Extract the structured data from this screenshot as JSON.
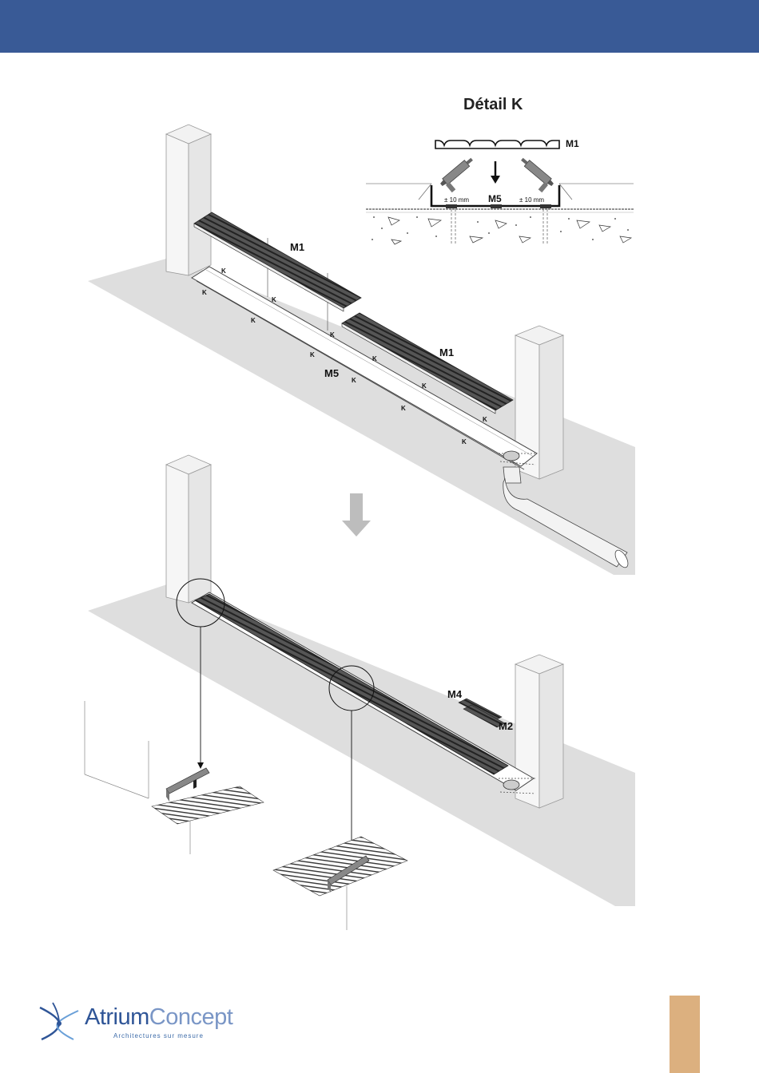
{
  "header": {
    "color": "#395a96"
  },
  "detail": {
    "title": "Détail K",
    "label_m1": "M1",
    "label_m5": "M5",
    "dim_left": "± 10 mm",
    "dim_right": "± 10 mm"
  },
  "top_diagram": {
    "label_m1_a": "M1",
    "label_m1_b": "M1",
    "label_m5": "M5",
    "k_marker": "K"
  },
  "bottom_diagram": {
    "label_m4": "M4",
    "label_m2": "M2"
  },
  "icons": {
    "down_arrow": "down-arrow-icon",
    "caulking_gun": "caulking-gun-icon",
    "drain_pipe": "drain-pipe-icon"
  },
  "logo": {
    "name_part1": "Atrium",
    "name_part2": "Concept",
    "tagline": "Architectures sur mesure"
  },
  "colors": {
    "header": "#395a96",
    "page_tab": "#dcb07f",
    "floor_shadow": "#dedede",
    "logo_blue": "#2f5597"
  }
}
